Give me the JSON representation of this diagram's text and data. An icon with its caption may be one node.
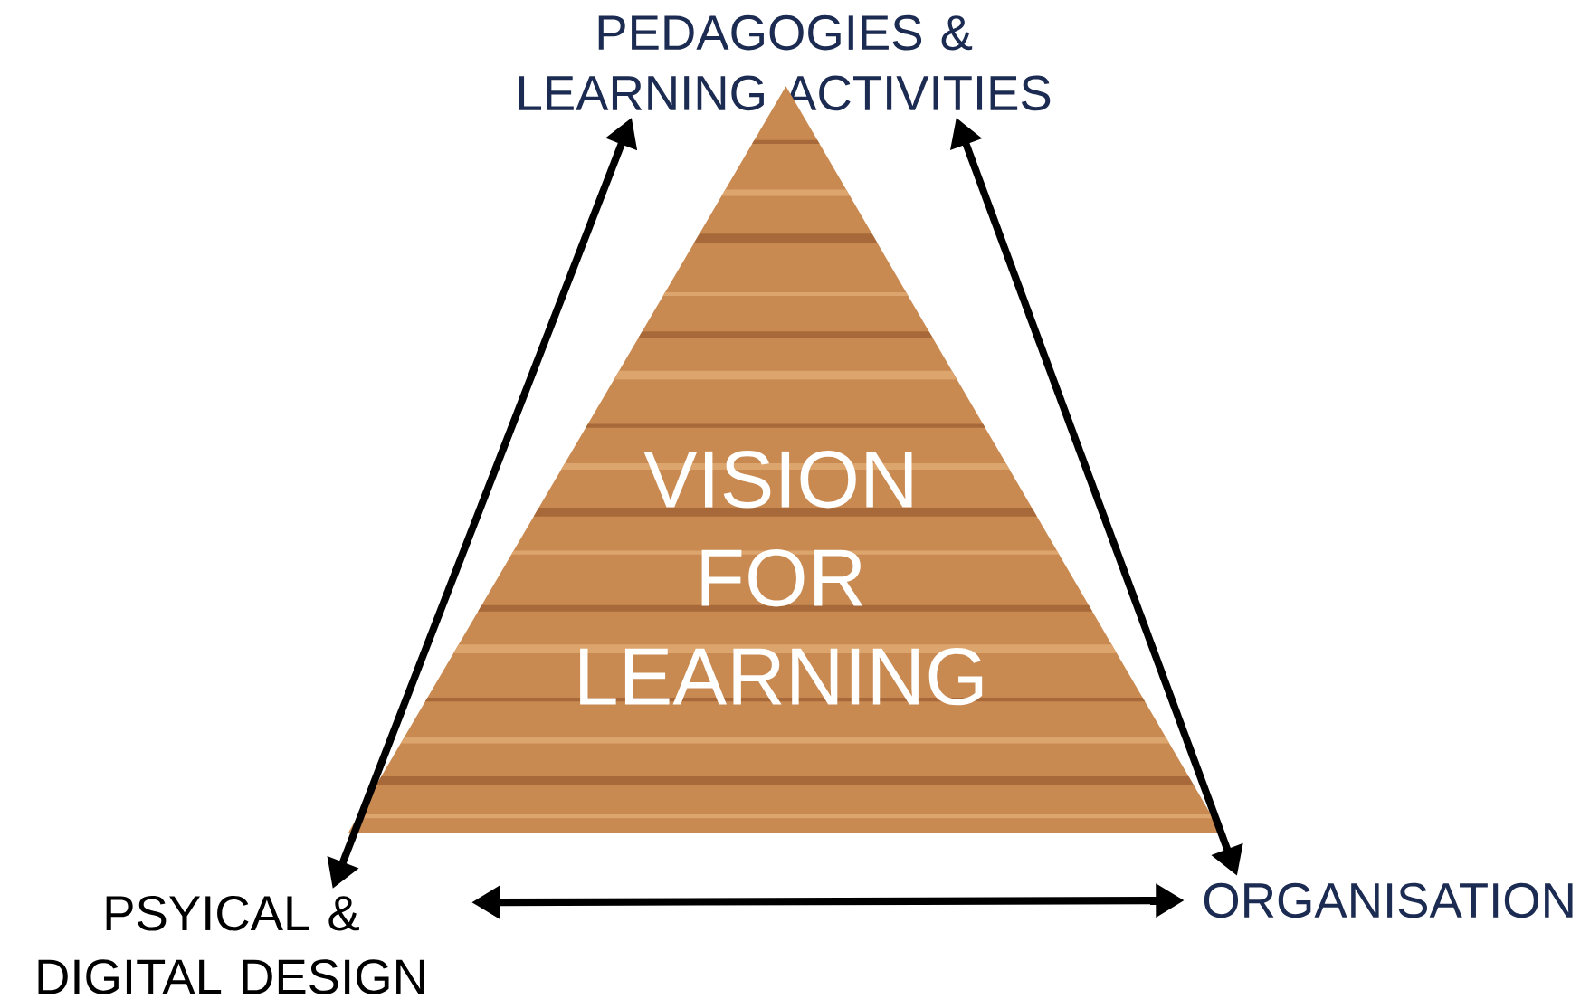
{
  "diagram": {
    "nodes": [
      {
        "text": [
          "PEDAGOGIES & LEARNING ACTIVITIES"
        ]
      },
      {
        "text": [
          "VISION FOR LEARNING"
        ]
      },
      {
        "text": [
          "PSYICAL & DIGITAL DESIGN"
        ]
      },
      {
        "text": [
          "ORGANISATION"
        ]
      }
    ],
    "edges": [
      {
        "from": 0,
        "to": 2,
        "arrow": "both"
      },
      {
        "from": 0,
        "to": 3,
        "arrow": "both"
      },
      {
        "from": 2,
        "to": 3,
        "arrow": "both"
      }
    ]
  }
}
